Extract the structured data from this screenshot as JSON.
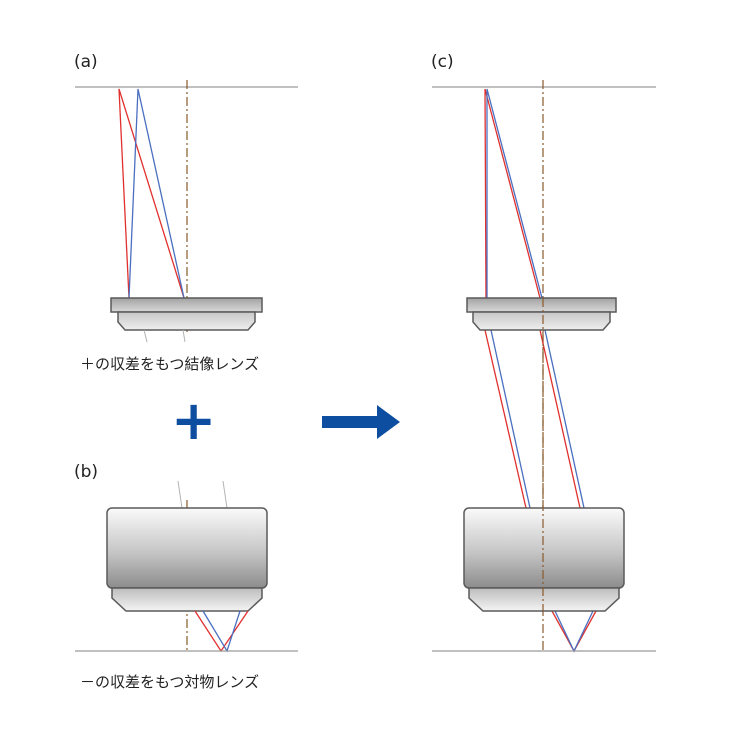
{
  "panels": {
    "a": {
      "letter": "(a)"
    },
    "b": {
      "letter": "(b)"
    },
    "c": {
      "letter": "(c)"
    }
  },
  "captions": {
    "imaging_lens": "＋の収差をもつ結像レンズ",
    "objective_lens": "－の収差をもつ対物レンズ"
  },
  "operator": {
    "plus": "+"
  },
  "colors": {
    "accent_blue": "#0d4ea0",
    "ray_red": "#e0302e",
    "ray_blue": "#4a6fc0",
    "axis": "#8a5a2b",
    "baseline": "#9a9a9a",
    "lens_edge": "#5a5a5a"
  },
  "icons": {
    "operator": "plus-icon",
    "arrow": "arrow-right-icon"
  }
}
